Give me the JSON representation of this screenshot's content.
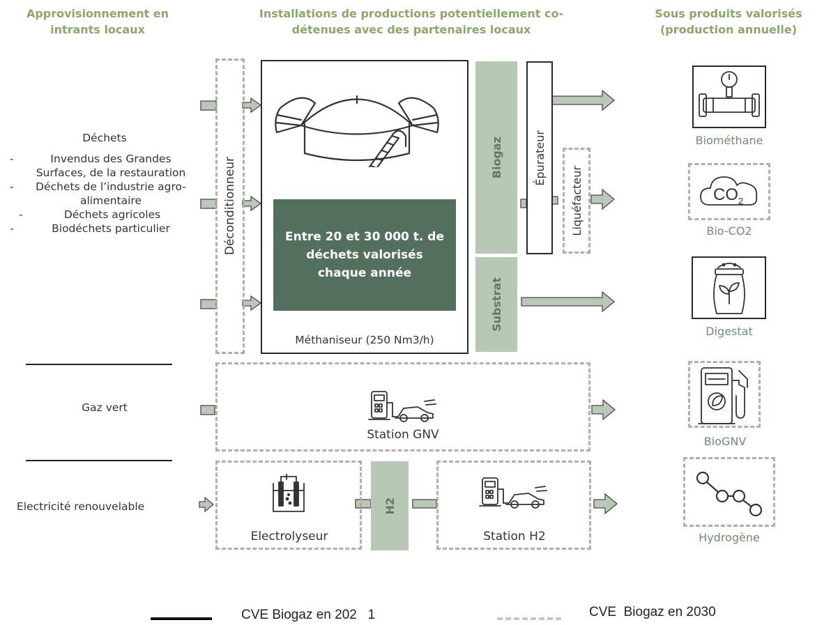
{
  "headers": {
    "inputs": "Approvisionnement en intrants locaux",
    "installations": "Installations de productions potentiellement co-détenues avec des partenaires locaux",
    "outputs": "Sous produits valorisés (production annuelle)"
  },
  "inputs": {
    "dechets_title": "Déchets",
    "items": [
      {
        "dash": "-",
        "text": "Invendus des Grandes Surfaces, de la restauration"
      },
      {
        "dash": "-",
        "text": "Déchets de l’industrie agro-alimentaire"
      },
      {
        "dash": "-",
        "text": "Déchets agricoles"
      },
      {
        "dash": "-",
        "text": "Biodéchets particulier"
      }
    ],
    "gaz_vert": "Gaz vert",
    "electricite": "Electricité renouvelable"
  },
  "installations": {
    "deconditionneur": "Déconditionneur",
    "methaniseur": "Méthaniseur (250 Nm3/h)",
    "highlight": "Entre 20 et 30 000 t. de déchets valorisés chaque année",
    "biogaz": "Biogaz",
    "substrat": "Substrat",
    "epurateur": "Épurateur",
    "liquefacteur": "Liquéfacteur",
    "station_gnv": "Station GNV",
    "electrolyseur": "Electrolyseur",
    "h2": "H2",
    "station_h2": "Station H2"
  },
  "outputs": {
    "biomethane": "Biométhane",
    "bio_co2": "Bio-CO2",
    "co2_symbol": "CO",
    "co2_sub": "2",
    "digestat": "Digestat",
    "biognv": "BioGNV",
    "hydrogene": "Hydrogène"
  },
  "legend": {
    "solid": "CVE Biogaz en 202   1",
    "dashed": "CVE  Biogaz en 2030"
  },
  "colors": {
    "header_green": "#8aa86a",
    "dark_green_box": "#52705d",
    "light_green_bar": "#b7c9b5",
    "dashed_grey": "#b7acac",
    "output_label_green": "#6e8f6a",
    "dark_outline": "#1e2e26"
  }
}
